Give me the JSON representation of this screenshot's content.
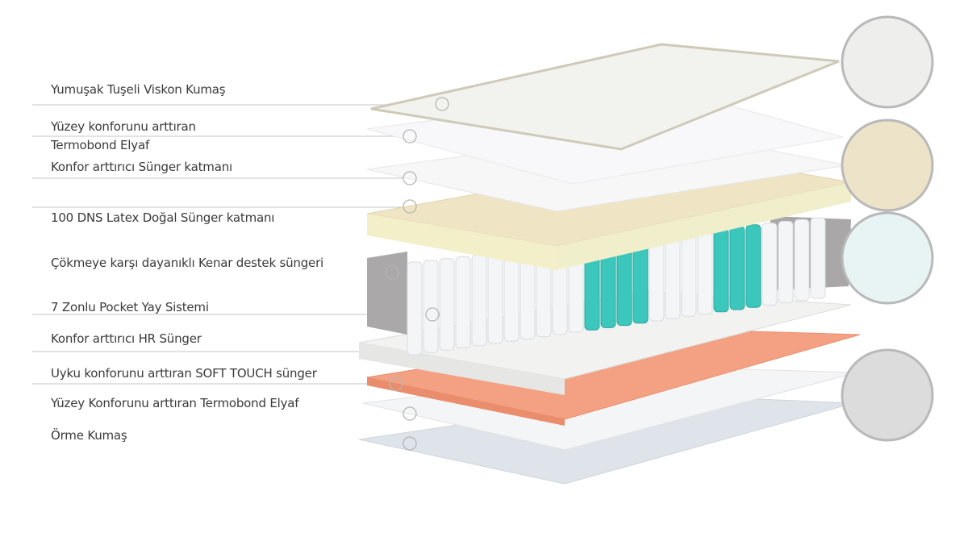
{
  "layers": [
    {
      "label": "Yumuşak Tuşeli Viskon Kumaş"
    },
    {
      "label_line1": "Yüzey konforunu arttıran",
      "label_line2": "Termobond Elyaf"
    },
    {
      "label": "Konfor arttırıcı Sünger katmanı"
    },
    {
      "label": "100 DNS Latex Doğal Sünger katmanı"
    },
    {
      "label": "Çökmeye karşı dayanıklı Kenar destek süngeri"
    },
    {
      "label": "7 Zonlu Pocket Yay Sistemi"
    },
    {
      "label": "Konfor arttırıcı HR Sünger"
    },
    {
      "label": "Uyku konforunu arttıran SOFT TOUCH sünger"
    },
    {
      "label": "Yüzey Konforunu arttıran Termobond Elyaf"
    },
    {
      "label": "Örme Kumaş"
    }
  ],
  "colors": {
    "text": "#3a3a3a",
    "leader_line": "#bdbdbd",
    "latex": "#efe9c8",
    "spring_teal": "#3cc7bd",
    "soft_touch": "#f4a183",
    "edge_support": "#a9a7a8",
    "knit": "#dde3ea"
  }
}
